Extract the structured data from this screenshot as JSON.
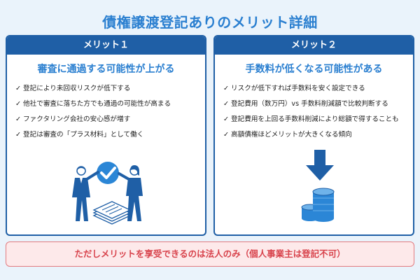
{
  "title": "債権譲渡登記ありのメリット詳細",
  "cards": [
    {
      "header": "メリット１",
      "subtitle": "審査に通過する可能性が上がる",
      "items": [
        "登記により未回収リスクが低下する",
        "他社で審査に落ちた方でも通過の可能性が高まる",
        "ファクタリング会社の安心感が増す",
        "登記は審査の「プラス材料」として働く"
      ]
    },
    {
      "header": "メリット２",
      "subtitle": "手数料が低くなる可能性がある",
      "items": [
        "リスクが低下すれば手数料を安く設定できる",
        "登記費用（数万円）vs 手数料削減額で比較判断する",
        "登記費用を上回る手数料削減により総額で得することも",
        "高額債権ほどメリットが大きくなる傾向"
      ]
    }
  ],
  "check_mark": "✓",
  "note": "ただしメリットを享受できるのは法人のみ（個人事業主は登記不可）",
  "colors": {
    "accent": "#2a7fd0",
    "header": "#1f5fa6",
    "note_text": "#d8434c",
    "note_bg": "#fde9ea",
    "coin": "#2b86d6"
  },
  "icons": [
    "people-handshake-check-illustration",
    "down-arrow-icon",
    "coin-stack-icon"
  ]
}
